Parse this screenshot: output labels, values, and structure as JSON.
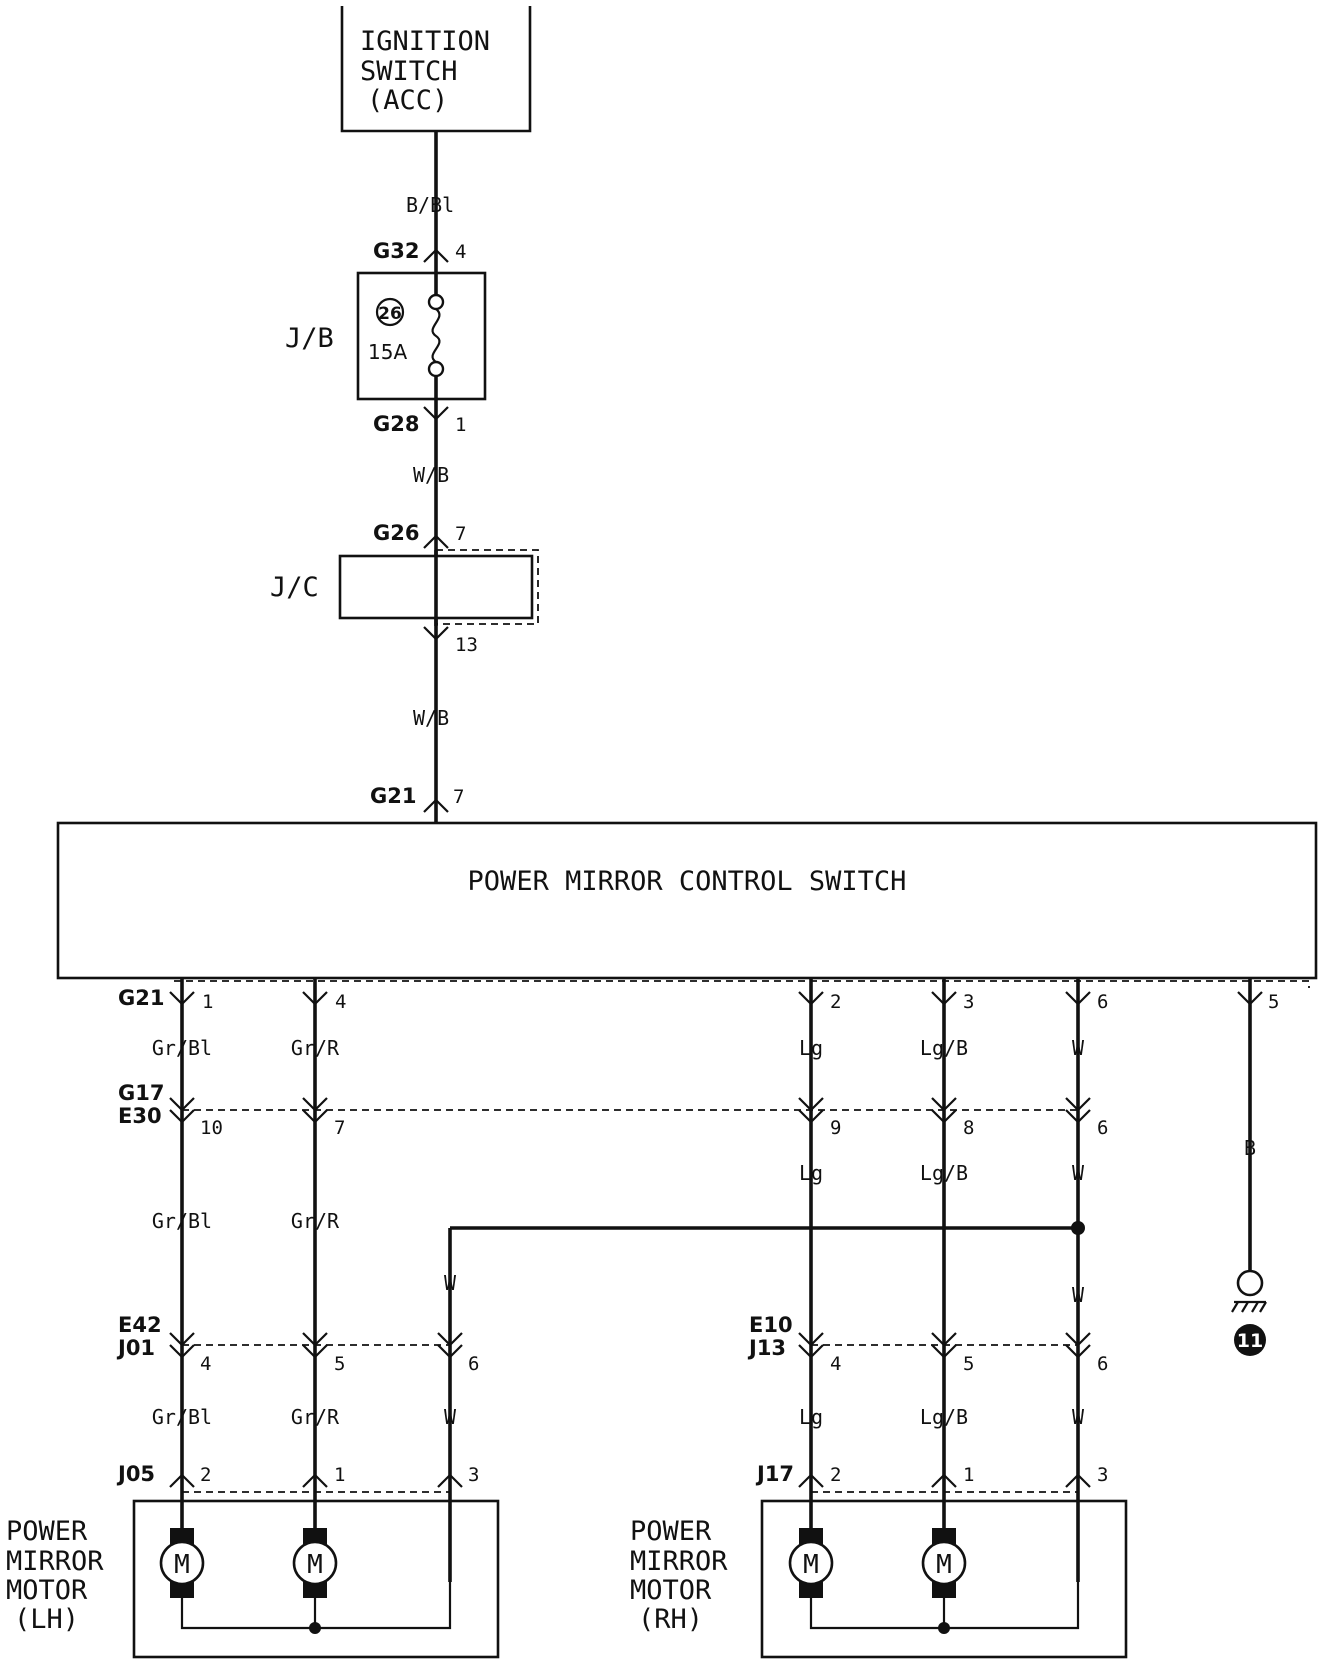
{
  "ignition_switch": [
    "IGNITION",
    "SWITCH",
    "(ACC)"
  ],
  "wire_ign": "B/Bl",
  "junction_block": {
    "label": "J/B",
    "fuse_number": "26",
    "fuse_rating": "15A",
    "in_conn": "G32",
    "in_pin": "4",
    "out_conn": "G28",
    "out_pin": "1"
  },
  "wire_jb_jc": "W/B",
  "junction_connector": {
    "label": "J/C",
    "in_conn": "G26",
    "in_pin": "7",
    "out_pin": "13"
  },
  "wire_jc_sw": "W/B",
  "switch": {
    "title": "POWER MIRROR CONTROL SWITCH",
    "in_conn": "G21",
    "in_pin": "7",
    "out_conn": "G21",
    "out_pins": [
      "1",
      "4",
      "2",
      "3",
      "6",
      "5"
    ]
  },
  "wires_top": [
    "Gr/Bl",
    "Gr/R",
    "Lg",
    "Lg/B",
    "W"
  ],
  "wire_ground": "B",
  "conn_g17_e30": {
    "names": [
      "G17",
      "E30"
    ],
    "pins": [
      "10",
      "7",
      "9",
      "8",
      "6"
    ]
  },
  "wires_mid_right": [
    "Lg",
    "Lg/B",
    "W"
  ],
  "wires_mid_left": [
    "Gr/Bl",
    "Gr/R"
  ],
  "wire_w_branch": "W",
  "wire_w_right": "W",
  "conn_left": {
    "names": [
      "E42",
      "J01"
    ],
    "pins": [
      "4",
      "5",
      "6"
    ]
  },
  "conn_right": {
    "names": [
      "E10",
      "J13"
    ],
    "pins": [
      "4",
      "5",
      "6"
    ]
  },
  "wires_bottom_left": [
    "Gr/Bl",
    "Gr/R",
    "W"
  ],
  "wires_bottom_right": [
    "Lg",
    "Lg/B",
    "W"
  ],
  "motor_lh": {
    "conn": "J05",
    "pins": [
      "2",
      "1",
      "3"
    ],
    "label": [
      "POWER",
      "MIRROR",
      "MOTOR",
      "(LH)"
    ],
    "symbol": "M"
  },
  "motor_rh": {
    "conn": "J17",
    "pins": [
      "2",
      "1",
      "3"
    ],
    "label": [
      "POWER",
      "MIRROR",
      "MOTOR",
      "(RH)"
    ],
    "symbol": "M"
  },
  "ground_point": "11"
}
